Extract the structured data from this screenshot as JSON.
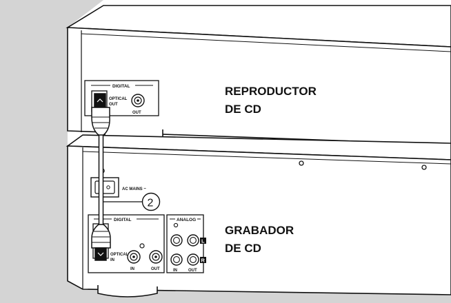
{
  "player": {
    "title_line1": "REPRODUCTOR",
    "title_line2": "DE CD",
    "digital_label": "DIGITAL",
    "optical_label_line1": "OPTICAL",
    "optical_label_line2": "OUT",
    "coax_label": "OUT"
  },
  "recorder": {
    "title_line1": "GRABADOR",
    "title_line2": "DE CD",
    "ac_mains_label": "AC MAINS ~",
    "digital_label": "DIGITAL",
    "optical_label_line1": "OPTICAL",
    "optical_label_line2": "IN",
    "coax_in_label": "IN",
    "coax_out_label": "OUT",
    "analog_label": "ANALOG",
    "analog_in_label": "IN",
    "analog_out_label": "OUT",
    "channel_left": "L",
    "channel_right": "R"
  },
  "callout": {
    "step_number": "2"
  },
  "colors": {
    "background": "#d4d4d4",
    "stroke": "#111111",
    "panel": "#ffffff"
  }
}
